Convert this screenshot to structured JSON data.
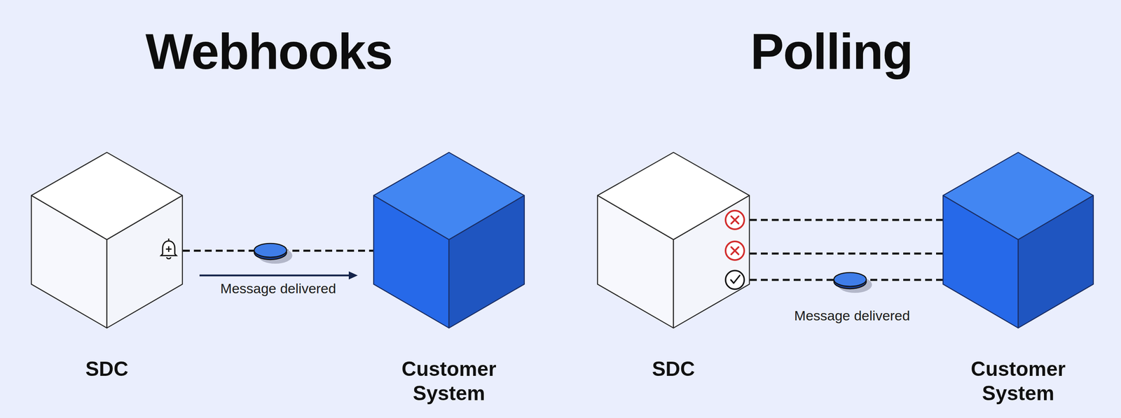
{
  "diagram": {
    "nodes": [
      {
        "text": [
          "SDC"
        ]
      },
      {
        "text": [
          "Customer System"
        ]
      },
      {
        "text": [
          "SDC"
        ]
      },
      {
        "text": [
          "Customer System"
        ]
      }
    ],
    "edges": [
      {
        "from": 0,
        "to": 1,
        "arrow": "to",
        "label": "Message delivered"
      },
      {
        "from": 2,
        "to": 3,
        "arrow": "none"
      },
      {
        "from": 2,
        "to": 3,
        "arrow": "none"
      },
      {
        "from": 2,
        "to": 3,
        "arrow": "none",
        "label": "Message delivered"
      }
    ],
    "labels": [
      "Webhooks",
      "Polling"
    ]
  }
}
